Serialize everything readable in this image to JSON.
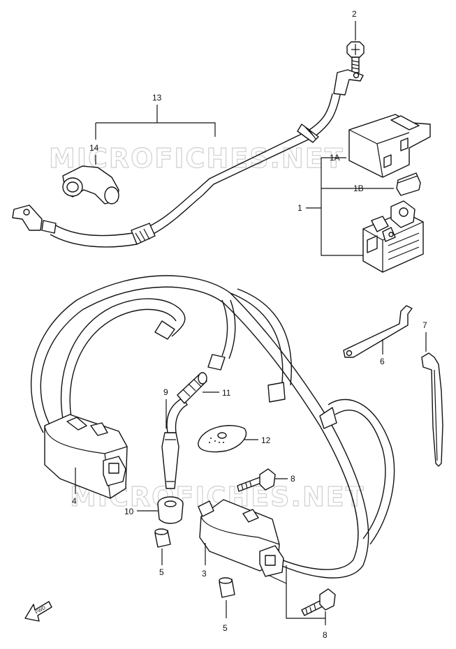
{
  "watermark": "MICROFICHES.NET",
  "fwd_label": "FWD",
  "callouts": {
    "c1": "1",
    "c1a": "1A",
    "c1b": "1B",
    "c2": "2",
    "c3": "3",
    "c4": "4",
    "c5a": "5",
    "c5b": "5",
    "c6": "6",
    "c7": "7",
    "c8a": "8",
    "c8b": "8",
    "c9": "9",
    "c10": "10",
    "c11": "11",
    "c12": "12",
    "c13": "13",
    "c14": "14"
  }
}
